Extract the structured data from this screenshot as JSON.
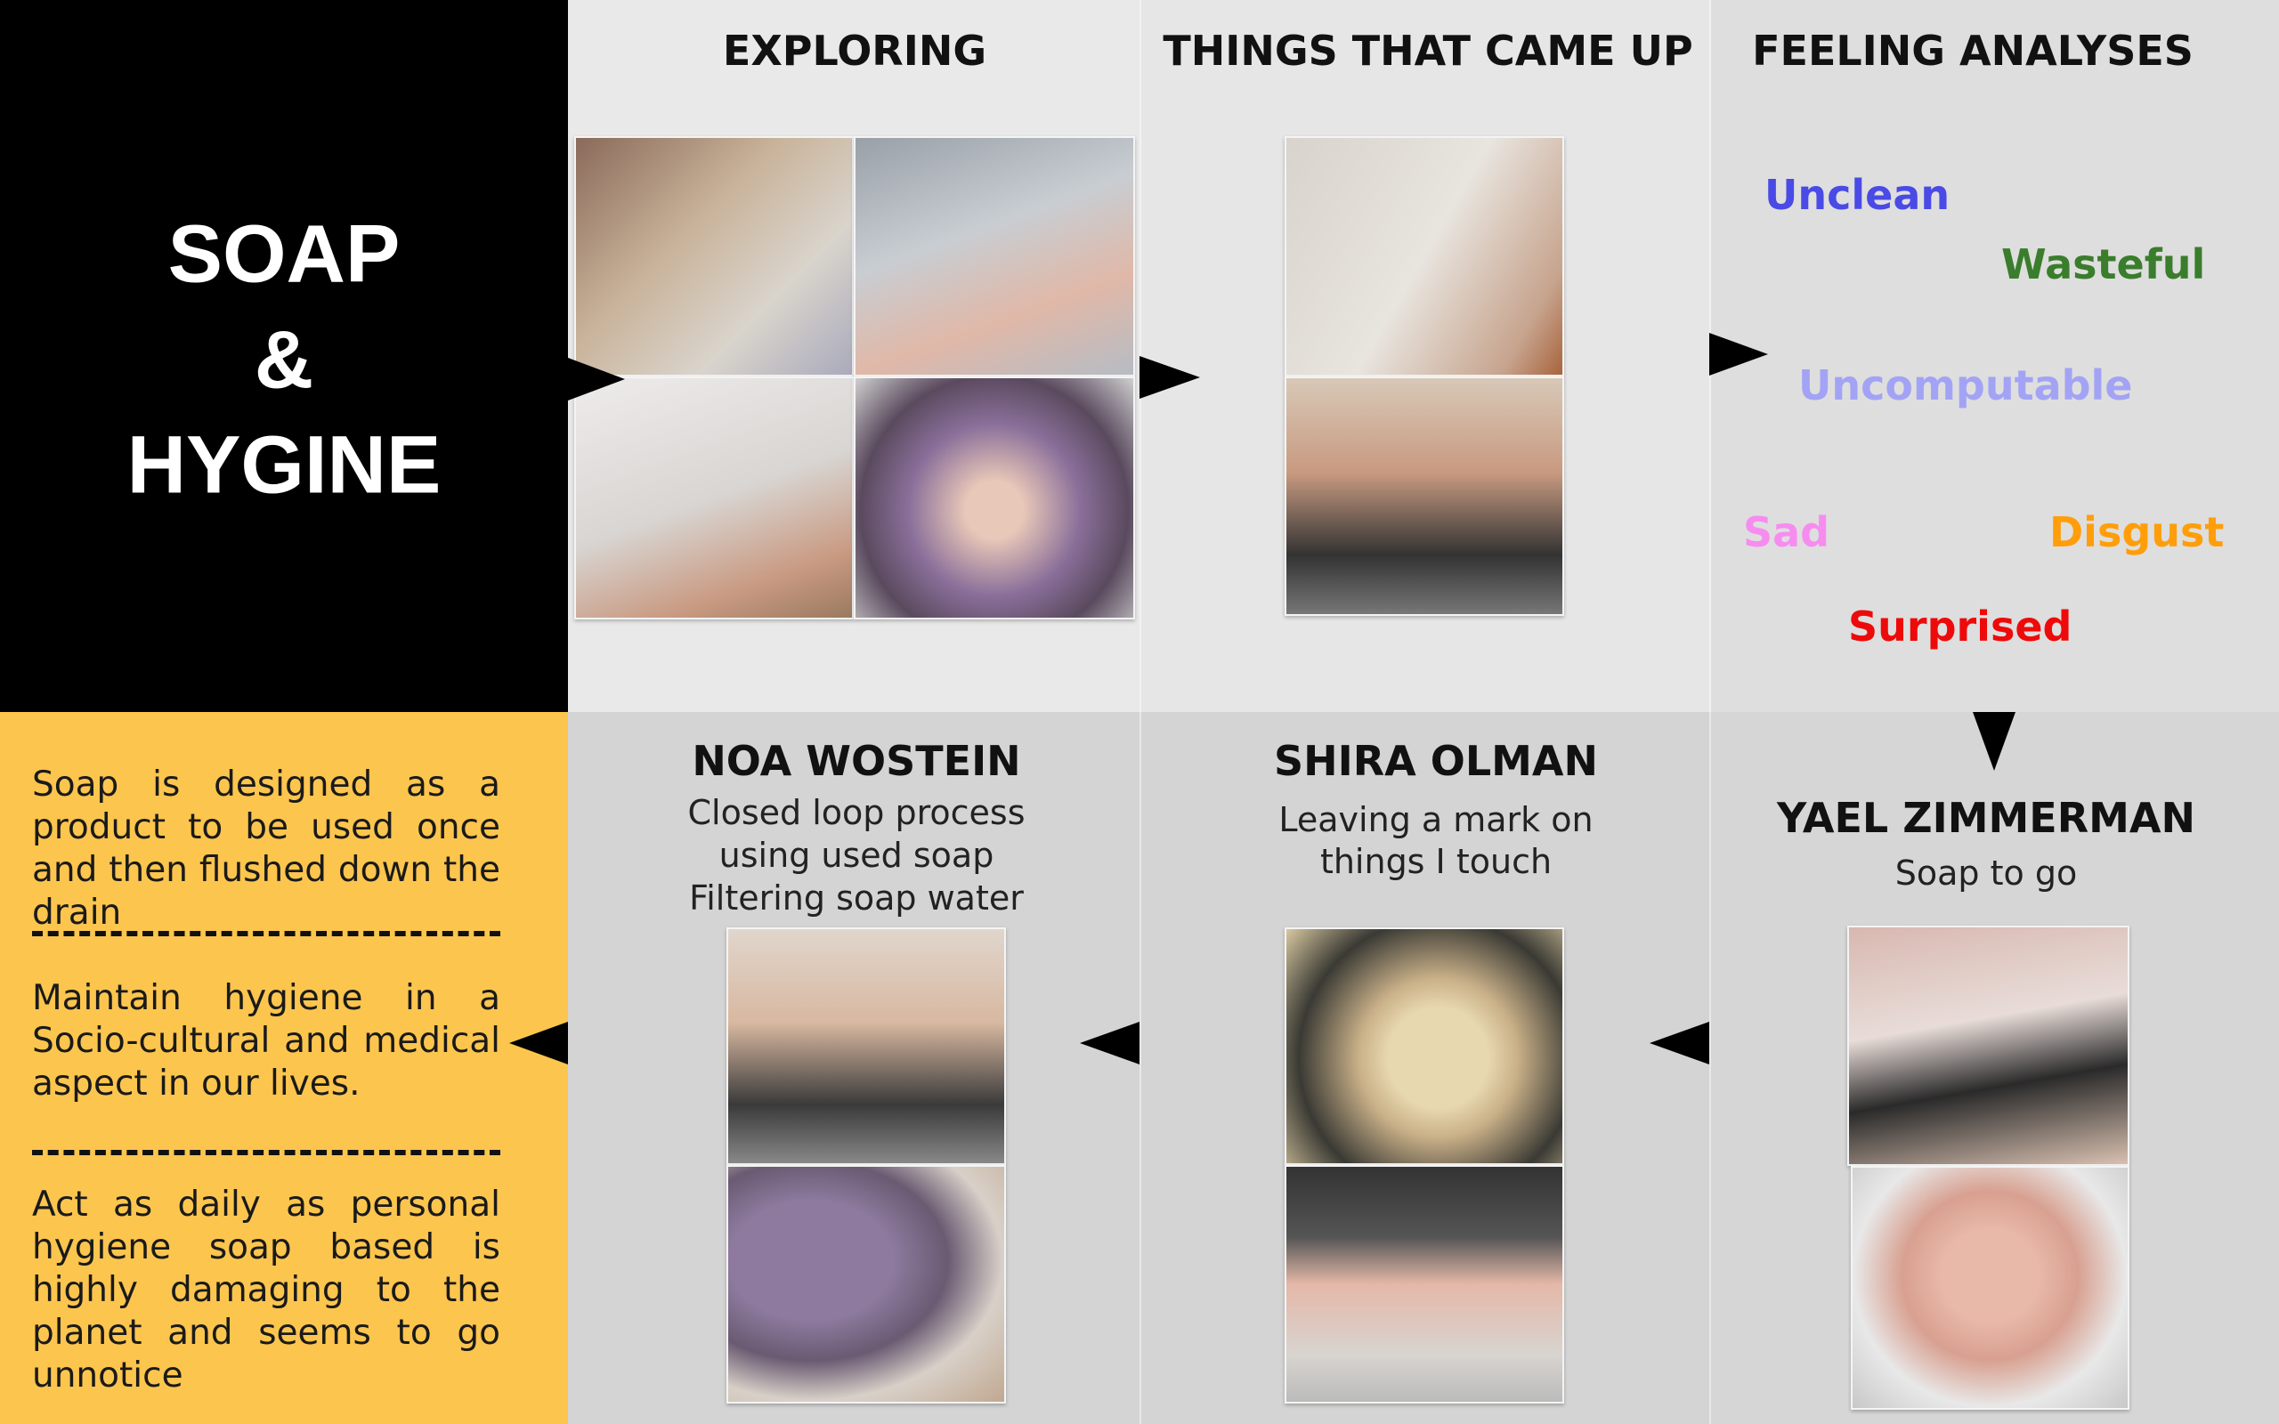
{
  "title": {
    "line1": "SOAP",
    "line2": "&",
    "line3": "HYGINE"
  },
  "headers": {
    "exploring": "EXPLORING",
    "things": "THINGS THAT CAME UP",
    "feelings": "FEELING ANALYSES"
  },
  "feelings": [
    {
      "label": "Unclean",
      "color": "#4a4ae6"
    },
    {
      "label": "Wasteful",
      "color": "#3a7d2c"
    },
    {
      "label": "Uncomputable",
      "color": "#a3a3f5"
    },
    {
      "label": "Sad",
      "color": "#f78cf0"
    },
    {
      "label": "Disgust",
      "color": "#ff9e0a"
    },
    {
      "label": "Surprised",
      "color": "#ee0a0a"
    }
  ],
  "insights": [
    "Soap is designed as a product to be used once and then flushed down the drain",
    "Maintain hygiene in a Socio-cultural and medical aspect in our lives.",
    "Act as daily as personal hygiene soap based is highly damaging to the planet and seems to go unnotice"
  ],
  "people": {
    "noa": {
      "name": "NOA WOSTEIN",
      "lines": [
        "Closed loop process",
        "using used soap",
        "Filtering  soap water"
      ]
    },
    "shira": {
      "name": "SHIRA OLMAN",
      "lines": [
        "Leaving a mark on",
        "things I touch"
      ]
    },
    "yael": {
      "name": "YAEL ZIMMERMAN",
      "lines": [
        "Soap to go"
      ]
    }
  },
  "colors": {
    "black_panel": "#000000",
    "yellow_panel": "#fcc54e"
  }
}
